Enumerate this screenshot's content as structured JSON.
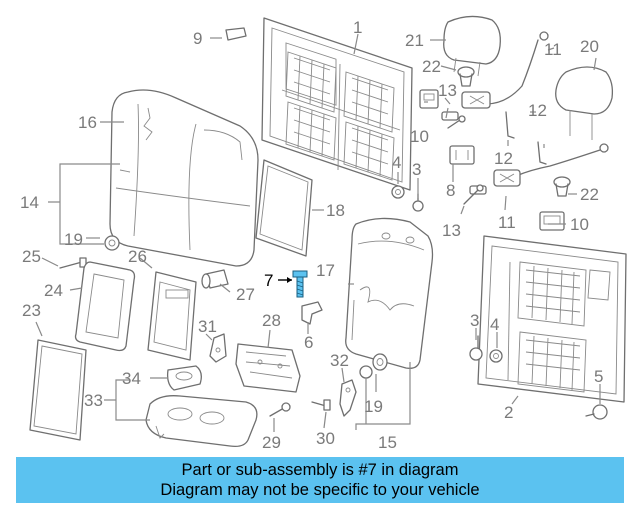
{
  "callouts": {
    "c1": "1",
    "c2": "2",
    "c3a": "3",
    "c3b": "3",
    "c4a": "4",
    "c4b": "4",
    "c5": "5",
    "c6": "6",
    "c7": "7",
    "c8": "8",
    "c9": "9",
    "c10a": "10",
    "c10b": "10",
    "c11a": "11",
    "c11b": "11",
    "c12a": "12",
    "c12b": "12",
    "c13a": "13",
    "c13b": "13",
    "c14": "14",
    "c15": "15",
    "c16": "16",
    "c17": "17",
    "c18": "18",
    "c19a": "19",
    "c19b": "19",
    "c20": "20",
    "c21": "21",
    "c22a": "22",
    "c22b": "22",
    "c23": "23",
    "c24": "24",
    "c25": "25",
    "c26": "26",
    "c27": "27",
    "c28": "28",
    "c29": "29",
    "c30": "30",
    "c31": "31",
    "c32": "32",
    "c33": "33",
    "c34": "34"
  },
  "highlight_part": "7",
  "banner": {
    "line1": "Part or sub-assembly is #7 in diagram",
    "line2": "Diagram may not be specific to your vehicle"
  },
  "colors": {
    "banner_bg": "#5bc2f0",
    "highlight_part": "#5bc2f0",
    "line": "#6f6f6f",
    "label": "#7a7a7a"
  }
}
